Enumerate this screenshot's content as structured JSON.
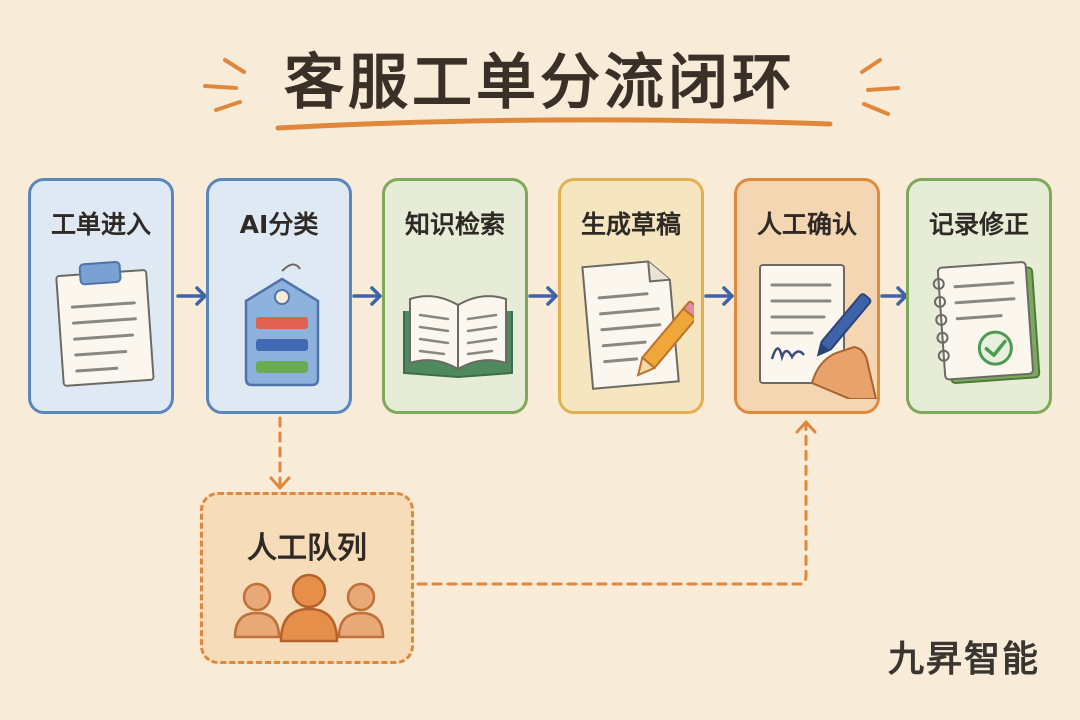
{
  "title": "客服工单分流闭环",
  "steps": [
    {
      "label": "工单进入",
      "icon": "clipboard-icon"
    },
    {
      "label": "AI分类",
      "icon": "tag-icon"
    },
    {
      "label": "知识检索",
      "icon": "book-icon"
    },
    {
      "label": "生成草稿",
      "icon": "document-pencil-icon"
    },
    {
      "label": "人工确认",
      "icon": "signing-hand-icon"
    },
    {
      "label": "记录修正",
      "icon": "notebook-check-icon"
    }
  ],
  "queue": {
    "label": "人工队列",
    "icon": "people-group-icon"
  },
  "brand": "九昇智能",
  "colors": {
    "background": "#f8ecd8",
    "blue": "#5b86bd",
    "green": "#7ea85a",
    "yellow": "#e3b051",
    "orange": "#e08a3c",
    "arrow": "#3f63a8"
  }
}
